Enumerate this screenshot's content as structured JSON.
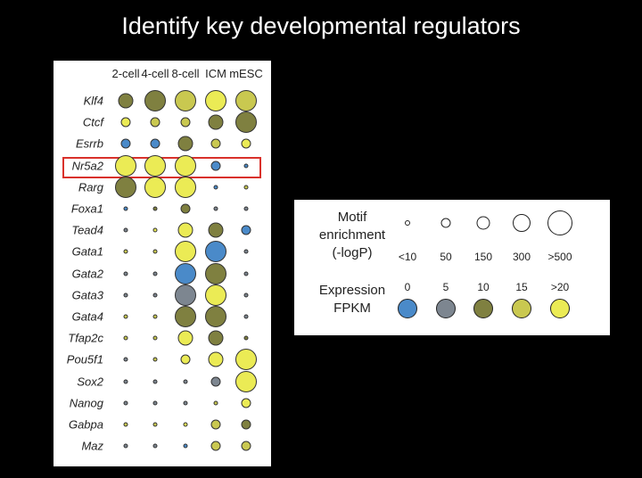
{
  "title": "Identify key developmental regulators",
  "columns": [
    "2-cell",
    "4-cell",
    "8-cell",
    "ICM",
    "mESC"
  ],
  "highlighted_gene": "Nr5a2",
  "colors": {
    "c0": "#4a8ac9",
    "c5": "#7d8690",
    "c10": "#7f8040",
    "c15": "#c9c850",
    "c20": "#ebeb55"
  },
  "rows": [
    {
      "gene": "Klf4",
      "cells": [
        [
          150,
          "c10"
        ],
        [
          300,
          "c10"
        ],
        [
          300,
          "c15"
        ],
        [
          300,
          "c20"
        ],
        [
          300,
          "c15"
        ]
      ]
    },
    {
      "gene": "Ctcf",
      "cells": [
        [
          50,
          "c20"
        ],
        [
          50,
          "c15"
        ],
        [
          50,
          "c15"
        ],
        [
          150,
          "c10"
        ],
        [
          300,
          "c10"
        ]
      ]
    },
    {
      "gene": "Esrrb",
      "cells": [
        [
          50,
          "c0"
        ],
        [
          50,
          "c0"
        ],
        [
          150,
          "c10"
        ],
        [
          50,
          "c15"
        ],
        [
          50,
          "c20"
        ]
      ]
    },
    {
      "gene": "Nr5a2",
      "cells": [
        [
          300,
          "c20"
        ],
        [
          300,
          "c20"
        ],
        [
          300,
          "c20"
        ],
        [
          50,
          "c0"
        ],
        [
          10,
          "c0"
        ]
      ]
    },
    {
      "gene": "Rarg",
      "cells": [
        [
          300,
          "c10"
        ],
        [
          300,
          "c20"
        ],
        [
          300,
          "c20"
        ],
        [
          10,
          "c0"
        ],
        [
          10,
          "c15"
        ]
      ]
    },
    {
      "gene": "Foxa1",
      "cells": [
        [
          10,
          "c0"
        ],
        [
          10,
          "c10"
        ],
        [
          50,
          "c10"
        ],
        [
          10,
          "c5"
        ],
        [
          10,
          "c5"
        ]
      ]
    },
    {
      "gene": "Tead4",
      "cells": [
        [
          10,
          "c5"
        ],
        [
          10,
          "c20"
        ],
        [
          150,
          "c20"
        ],
        [
          150,
          "c10"
        ],
        [
          50,
          "c0"
        ]
      ]
    },
    {
      "gene": "Gata1",
      "cells": [
        [
          10,
          "c15"
        ],
        [
          10,
          "c15"
        ],
        [
          300,
          "c20"
        ],
        [
          300,
          "c0"
        ],
        [
          10,
          "c5"
        ]
      ]
    },
    {
      "gene": "Gata2",
      "cells": [
        [
          10,
          "c5"
        ],
        [
          10,
          "c5"
        ],
        [
          300,
          "c0"
        ],
        [
          300,
          "c10"
        ],
        [
          10,
          "c5"
        ]
      ]
    },
    {
      "gene": "Gata3",
      "cells": [
        [
          10,
          "c5"
        ],
        [
          10,
          "c5"
        ],
        [
          300,
          "c5"
        ],
        [
          300,
          "c20"
        ],
        [
          10,
          "c5"
        ]
      ]
    },
    {
      "gene": "Gata4",
      "cells": [
        [
          10,
          "c15"
        ],
        [
          10,
          "c15"
        ],
        [
          300,
          "c10"
        ],
        [
          300,
          "c10"
        ],
        [
          10,
          "c5"
        ]
      ]
    },
    {
      "gene": "Tfap2c",
      "cells": [
        [
          10,
          "c15"
        ],
        [
          10,
          "c15"
        ],
        [
          150,
          "c20"
        ],
        [
          150,
          "c10"
        ],
        [
          10,
          "c10"
        ]
      ]
    },
    {
      "gene": "Pou5f1",
      "cells": [
        [
          10,
          "c5"
        ],
        [
          10,
          "c15"
        ],
        [
          50,
          "c20"
        ],
        [
          150,
          "c20"
        ],
        [
          300,
          "c20"
        ]
      ]
    },
    {
      "gene": "Sox2",
      "cells": [
        [
          10,
          "c5"
        ],
        [
          10,
          "c5"
        ],
        [
          10,
          "c5"
        ],
        [
          50,
          "c5"
        ],
        [
          300,
          "c20"
        ]
      ]
    },
    {
      "gene": "Nanog",
      "cells": [
        [
          10,
          "c5"
        ],
        [
          10,
          "c5"
        ],
        [
          10,
          "c5"
        ],
        [
          10,
          "c15"
        ],
        [
          50,
          "c20"
        ]
      ]
    },
    {
      "gene": "Gabpa",
      "cells": [
        [
          10,
          "c15"
        ],
        [
          10,
          "c15"
        ],
        [
          10,
          "c20"
        ],
        [
          50,
          "c15"
        ],
        [
          50,
          "c10"
        ]
      ]
    },
    {
      "gene": "Maz",
      "cells": [
        [
          10,
          "c5"
        ],
        [
          10,
          "c5"
        ],
        [
          10,
          "c0"
        ],
        [
          50,
          "c15"
        ],
        [
          50,
          "c15"
        ]
      ]
    }
  ],
  "legend": {
    "motif_label_lines": [
      "Motif",
      "enrichment",
      "(-logP)"
    ],
    "motif_ticks": [
      "<10",
      "50",
      "150",
      "300",
      ">500"
    ],
    "motif_values": [
      10,
      50,
      150,
      300,
      500
    ],
    "expr_label_lines": [
      "Expression",
      "FPKM"
    ],
    "expr_ticks": [
      "0",
      "5",
      "10",
      "15",
      ">20"
    ],
    "expr_colors": [
      "c0",
      "c5",
      "c10",
      "c15",
      "c20"
    ]
  }
}
